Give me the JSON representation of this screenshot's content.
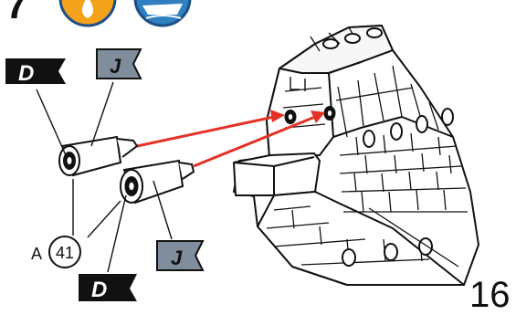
{
  "step_number": "7",
  "part_callout": {
    "prefix": "A",
    "number": "41"
  },
  "part_number": "16",
  "flags": {
    "dark_letter": "D",
    "light_letter": "J",
    "dark_color": "#111111",
    "light_color": "#7f8d9c"
  },
  "arrow_color": "#e53228",
  "icons": [
    {
      "name": "glue-drop-icon",
      "color": "#f4a21c"
    },
    {
      "name": "ship-hull-icon",
      "color": "#2f7fc1"
    }
  ]
}
